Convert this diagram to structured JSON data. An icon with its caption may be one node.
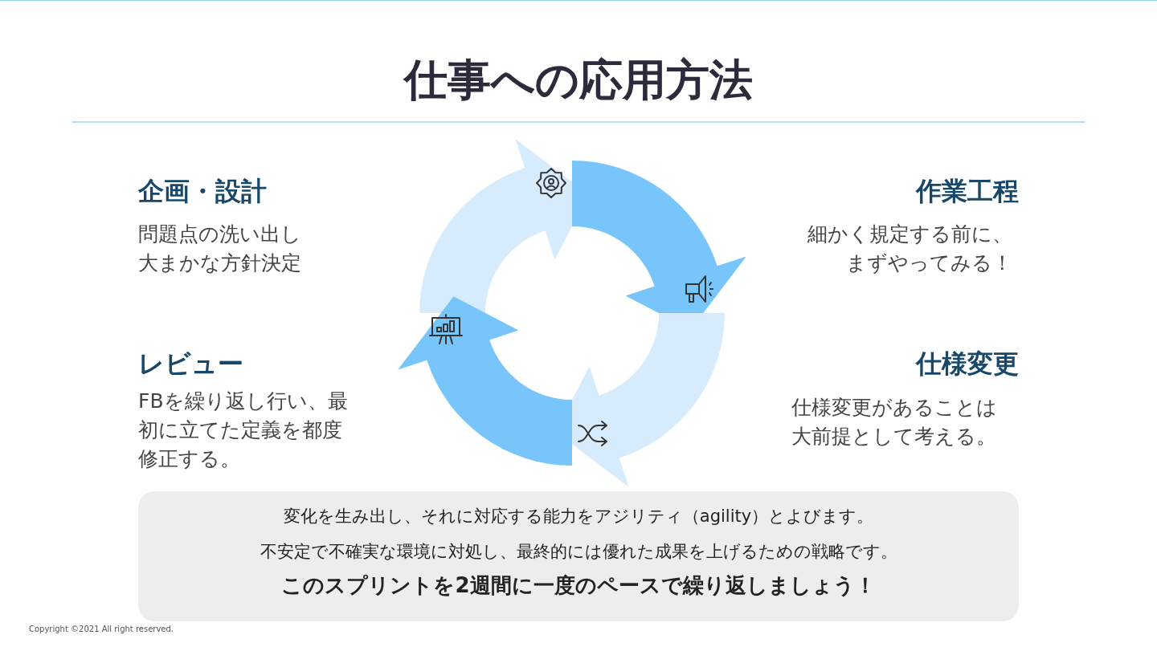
{
  "diagram": {
    "title": "仕事への応用方法",
    "nodes": [
      {
        "text": [
          "変化を生み出し、それに対応する能力をアジリティ（agility）とよびます。",
          "不安定で不確実な環境に対処し、最終的には優れた成果を上げるための戦略です。",
          "このスプリントを2週間に一度のペースで繰り返しましょう！"
        ]
      }
    ],
    "labels": [
      "企画・設計",
      "問題点の洗い出し大まかな方針決定",
      "作業工程",
      "細かく規定する前に、まずやってみる！",
      "レビュー",
      "FBを繰り返し行い、最初に立てた定義を都度修正する。",
      "仕様変更",
      "仕様変更があることは大前提として考える。",
      "Copyright ©2021 All right reserved."
    ]
  }
}
